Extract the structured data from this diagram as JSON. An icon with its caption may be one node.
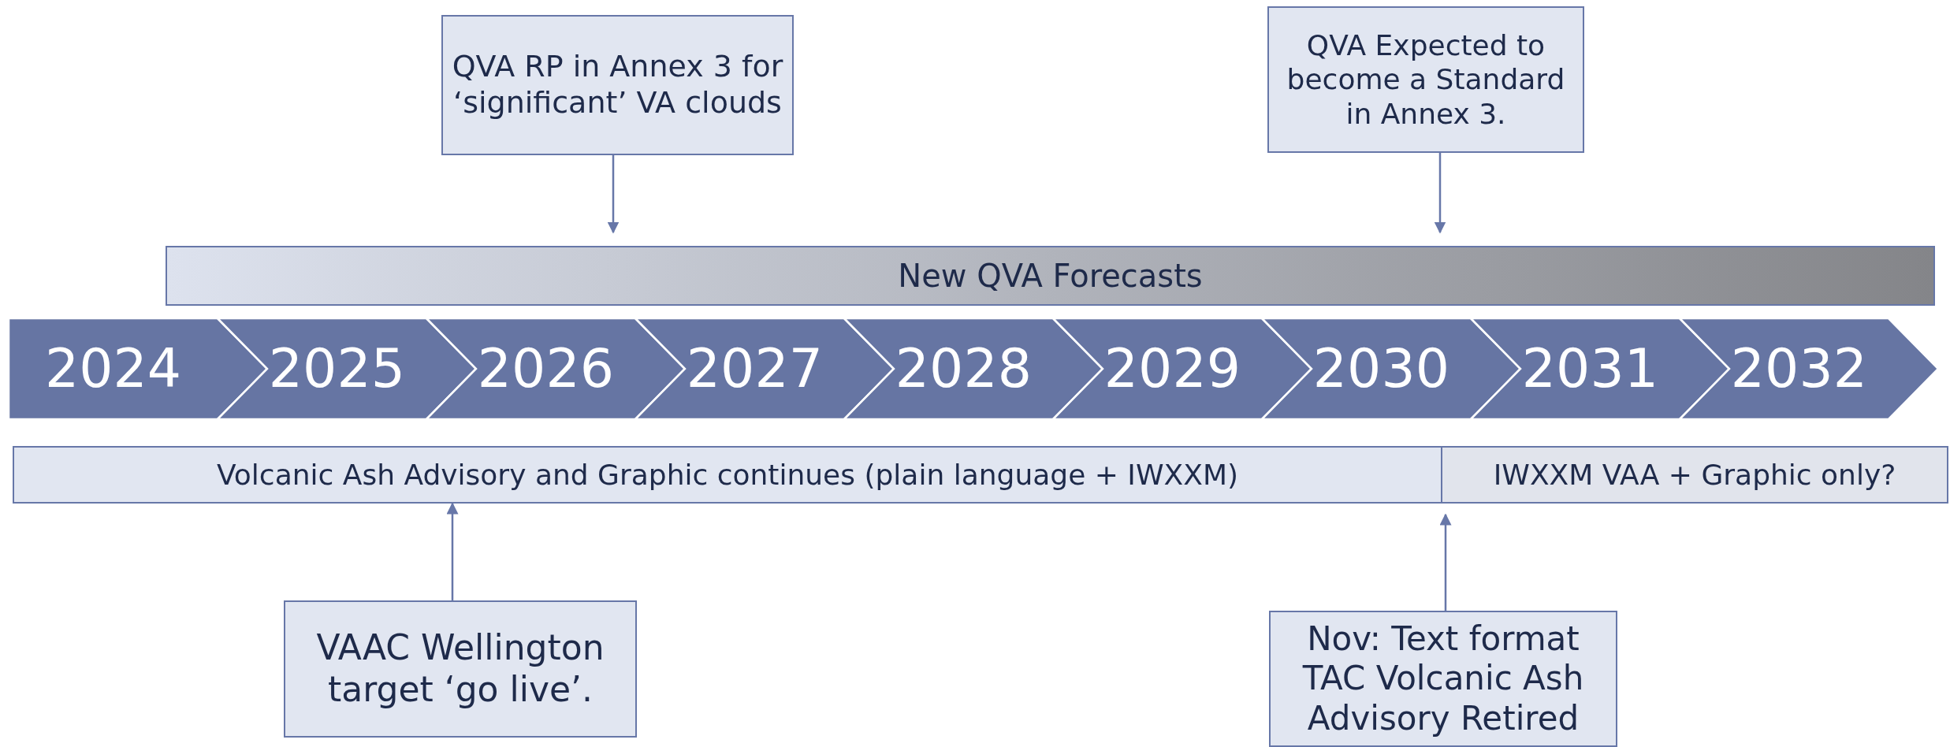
{
  "diagram": {
    "nodes": [
      {
        "text": [
          "QVA RP in Annex 3 for ‘significant’ VA clouds"
        ]
      },
      {
        "text": [
          "QVA Expected to become a Standard in Annex 3."
        ]
      },
      {
        "text": [
          "New QVA Forecasts"
        ]
      },
      {
        "text": [
          "2024"
        ]
      },
      {
        "text": [
          "2025"
        ]
      },
      {
        "text": [
          "2026"
        ]
      },
      {
        "text": [
          "2027"
        ]
      },
      {
        "text": [
          "2028"
        ]
      },
      {
        "text": [
          "2029"
        ]
      },
      {
        "text": [
          "2030"
        ]
      },
      {
        "text": [
          "2031"
        ]
      },
      {
        "text": [
          "2032"
        ]
      },
      {
        "text": [
          "Volcanic Ash Advisory and Graphic continues (plain language + IWXXM)"
        ]
      },
      {
        "text": [
          "IWXXM VAA + Graphic only?"
        ]
      },
      {
        "text": [
          "VAAC Wellington target ‘go live’."
        ]
      },
      {
        "text": [
          "Nov: Text format TAC Volcanic Ash Advisory Retired"
        ]
      }
    ],
    "edges": [
      {
        "from": 0,
        "to": 2,
        "arrow": "to"
      },
      {
        "from": 1,
        "to": 2,
        "arrow": "to"
      },
      {
        "from": 14,
        "to": 12,
        "arrow": "to"
      },
      {
        "from": 15,
        "to": 13,
        "arrow": "to"
      }
    ]
  }
}
